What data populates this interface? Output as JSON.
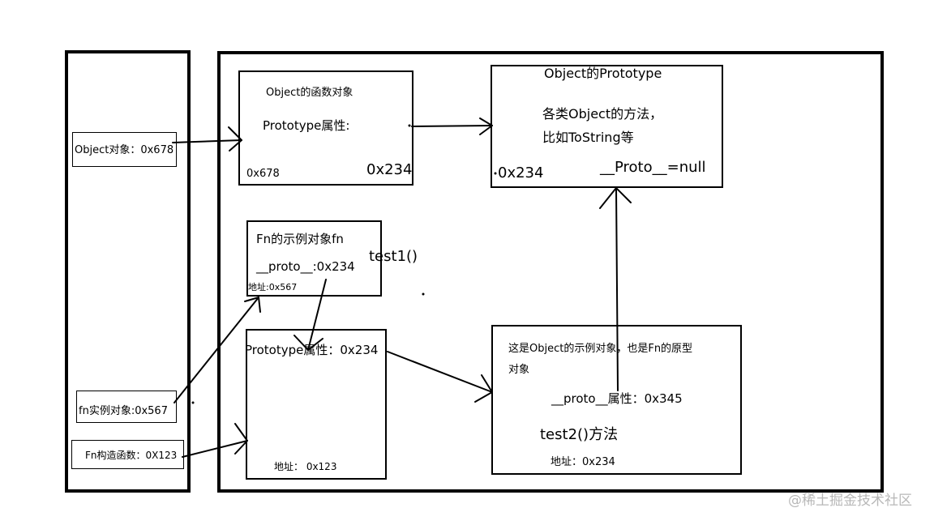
{
  "stack": {
    "object_var": "Object对象：0x678",
    "fn_instance_var": "fn实例对象:0x567",
    "fn_constructor_var": "Fn构造函数：0X123"
  },
  "object_function": {
    "title": "Object的函数对象",
    "prototype_prop": "Prototype属性:",
    "address": "0x678",
    "prototype_value": "0x234"
  },
  "object_prototype": {
    "title": "Object的Prototype",
    "desc_line1": "各类Object的方法，",
    "desc_line2": "比如ToString等",
    "address": "0x234",
    "proto": "__Proto__=null"
  },
  "fn_instance": {
    "title": "Fn的示例对象fn",
    "proto": "__proto__:0x234",
    "address": "地址:0x567",
    "method": "test1()"
  },
  "fn_function": {
    "prototype_prop": "Prototype属性：0x234",
    "address": "地址： 0x123"
  },
  "fn_prototype": {
    "desc_line1": "这是Object的示例对象，也是Fn的原型",
    "desc_line2": "对象",
    "proto": "__proto__属性：0x345",
    "method": "test2()方法",
    "address": "地址：0x234"
  },
  "watermark": "@稀土掘金技术社区"
}
